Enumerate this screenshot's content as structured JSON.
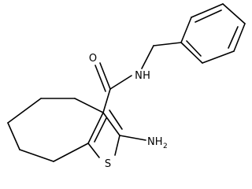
{
  "atoms": {
    "oxygen": "O",
    "amide_nitrogen": "N",
    "amide_hydrogen": "H",
    "sulfur": "S",
    "amino_prefix": "NH",
    "amino_subscript": "2"
  },
  "colors": {
    "bond": "#000000",
    "background": "#ffffff"
  }
}
